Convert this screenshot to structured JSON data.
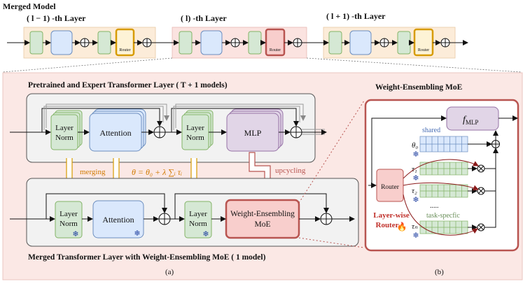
{
  "top": {
    "title": "Merged Model",
    "layers": [
      {
        "label": "( l − 1) -th Layer",
        "router": "Router"
      },
      {
        "label": "( l) -th Layer",
        "router": "Router"
      },
      {
        "label": "( l + 1) -th Layer",
        "router": "Router"
      }
    ]
  },
  "panel_a": {
    "pretrained_title": "Pretrained and Expert Transformer Layer ( T + 1 models)",
    "merged_title": "Merged Transformer Layer with Weight-Ensembling MoE  ( 1 model)",
    "layer_norm": "Layer Norm",
    "attention": "Attention",
    "mlp": "MLP",
    "wemoe": "Weight-Ensembling MoE",
    "merging": "merging",
    "upcycling": "upcycling",
    "formula": "θ = θ₀ + λ ∑ᵢ τᵢ",
    "caption": "(a)"
  },
  "panel_b": {
    "title": "Weight-Ensembling MoE",
    "fmlp": "f",
    "fmlp_sub": "MLP",
    "shared": "shared",
    "router": "Router",
    "lwr1": "Layer-wise",
    "lwr2": "Router",
    "theta0": "θ₀",
    "tau1": "τ₁",
    "tau2": "τ₂",
    "taun": "τₙ",
    "dots": ".....",
    "task_specific": "task-specfic",
    "caption": "(b)"
  },
  "colors": {
    "green": "#d5e8d4",
    "green_stroke": "#82b366",
    "blue": "#dae8fc",
    "blue_stroke": "#6c8ebf",
    "purple": "#e1d5e7",
    "purple_stroke": "#9673a6",
    "red_stroke": "#b85450",
    "red_fill": "#f8cecc",
    "orange": "#d79b00",
    "orange_fill": "#ffe6cc"
  }
}
